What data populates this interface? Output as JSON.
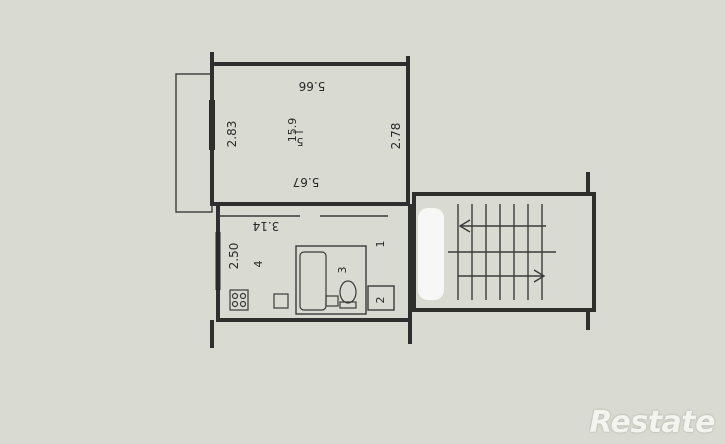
{
  "plan": {
    "dims": {
      "top_width": "5.66",
      "bottom_width": "5.67",
      "left_height": "2.83",
      "right_height": "2.78",
      "kitchen_height": "2.50",
      "kitchen_width": "3.14"
    },
    "rooms": {
      "room_5_number": "5",
      "room_5_area": "15.9",
      "kitchen_number": "4",
      "bath_number": "3",
      "hall_number": "1",
      "wc_number": "2"
    }
  },
  "watermark": {
    "brand": "Restate"
  },
  "colors": {
    "paper": "#d9dbd2",
    "ink": "#2f2f2f",
    "watermark": "#f3f3f0"
  }
}
